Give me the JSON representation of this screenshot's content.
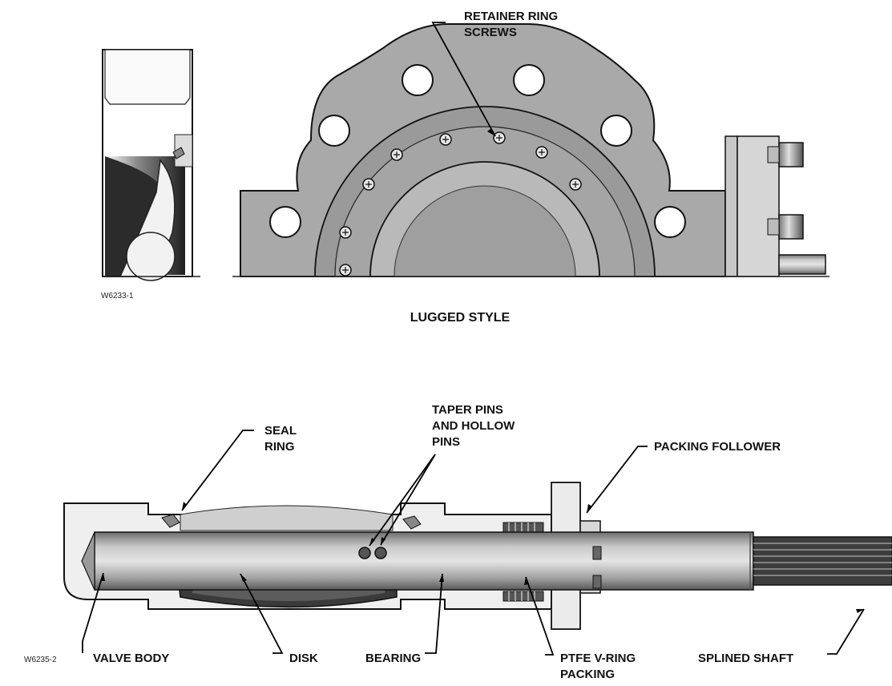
{
  "figure_codes": {
    "top": "W6233-1",
    "bottom": "W6235-2"
  },
  "style_title": "LUGGED STYLE",
  "labels": {
    "retainer_ring_screws": [
      "RETAINER RING",
      "SCREWS"
    ],
    "seal_ring": [
      "SEAL",
      "RING"
    ],
    "taper_pins": [
      "TAPER PINS",
      "AND HOLLOW",
      "PINS"
    ],
    "packing_follower": "PACKING FOLLOWER",
    "valve_body": "VALVE BODY",
    "disk": "DISK",
    "bearing": "BEARING",
    "ptfe_packing": [
      "PTFE V-RING",
      "PACKING"
    ],
    "splined_shaft": "SPLINED SHAFT"
  },
  "colors": {
    "metal": "#a7a7a7",
    "metal_dark": "#3a3a3a",
    "body": "#efefef",
    "line": "#111111"
  }
}
